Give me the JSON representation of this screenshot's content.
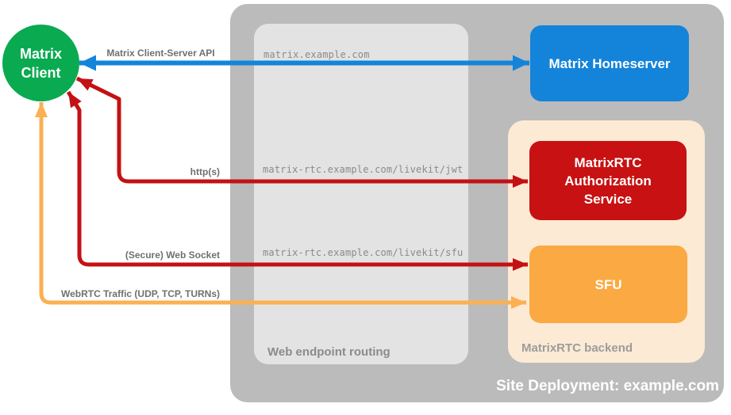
{
  "title": "MatrixRTC site deployment diagram",
  "colors": {
    "container_gray": "#bbbbbb",
    "routing_panel": "#e3e3e3",
    "backend_panel": "#fcead4",
    "homeserver_blue": "#1384da",
    "auth_red": "#c81112",
    "sfu_orange": "#fba942",
    "client_green": "#0aaa50",
    "arrow_blue": "#1384da",
    "arrow_red": "#c41113",
    "arrow_orange": "#fbb052"
  },
  "nodes": {
    "client": {
      "label": "Matrix Client"
    },
    "homeserver": {
      "label": "Matrix Homeserver"
    },
    "auth_service": {
      "label": "MatrixRTC Authorization Service"
    },
    "sfu": {
      "label": "SFU"
    }
  },
  "containers": {
    "site": {
      "label": "Site Deployment: example.com"
    },
    "routing": {
      "label": "Web endpoint routing"
    },
    "backend": {
      "label": "MatrixRTC backend"
    }
  },
  "connections": [
    {
      "label": "Matrix Client-Server API",
      "endpoint": "matrix.example.com",
      "color": "blue"
    },
    {
      "label": "http(s)",
      "endpoint": "matrix-rtc.example.com/livekit/jwt",
      "color": "red"
    },
    {
      "label": "(Secure) Web Socket",
      "endpoint": "matrix-rtc.example.com/livekit/sfu",
      "color": "red"
    },
    {
      "label": "WebRTC Traffic (UDP, TCP, TURNs)",
      "endpoint": "",
      "color": "orange"
    }
  ]
}
